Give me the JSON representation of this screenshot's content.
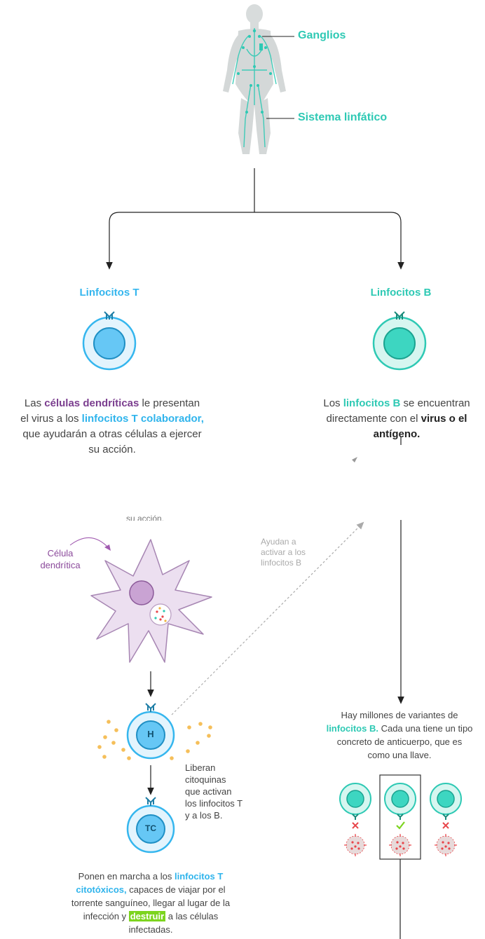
{
  "labels": {
    "ganglios": "Ganglios",
    "sistema_linfatico": "Sistema linfático",
    "linfocitos_t": "Linfocitos T",
    "linfocitos_b": "Linfocitos B",
    "celula_dendritica_1": "Célula",
    "celula_dendritica_2": "dendrítica",
    "ayudan": [
      "Ayudan a",
      "activar a los",
      "linfocitos B"
    ],
    "liberan": [
      "Liberan",
      "citoquinas",
      "que activan",
      "los linfocitos T",
      "y a los B."
    ],
    "cell_h": "H",
    "cell_tc": "TC",
    "faded_text": "su acción."
  },
  "text_t": {
    "l1a": "Las ",
    "l1b": "células dendríticas",
    "l1c": " le presentan",
    "l2a": "el virus a los ",
    "l2b": "linfocitos T colaborador,",
    "l3": "que ayudarán a otras células a ejercer",
    "l4": "su acción."
  },
  "text_b": {
    "l1a": "Los ",
    "l1b": "linfocitos B",
    "l1c": " se encuentran",
    "l2a": "directamente con el ",
    "l2b": "virus o el",
    "l3": "antígeno."
  },
  "text_variants": {
    "l1": "Hay millones de variantes de",
    "l2a": "linfocitos B.",
    "l2b": " Cada una tiene un tipo",
    "l3": "concreto de anticuerpo, que es",
    "l4": "como una llave."
  },
  "text_tc": {
    "l1a": "Ponen en marcha a los ",
    "l1b": "linfocitos T",
    "l2a": "citotóxicos,",
    "l2b": " capaces de viajar por el",
    "l3": "torrente sanguíneo, llegar al lugar de la",
    "l4a": "infección y ",
    "l4b": "destruir",
    "l4c": " a las células",
    "l5": "infectadas."
  },
  "colors": {
    "teal": "#2ec9b4",
    "blue": "#35b6ee",
    "purple": "#7b3e8f",
    "green_highlight": "#7dd41f",
    "virus_red": "#e8454a"
  }
}
